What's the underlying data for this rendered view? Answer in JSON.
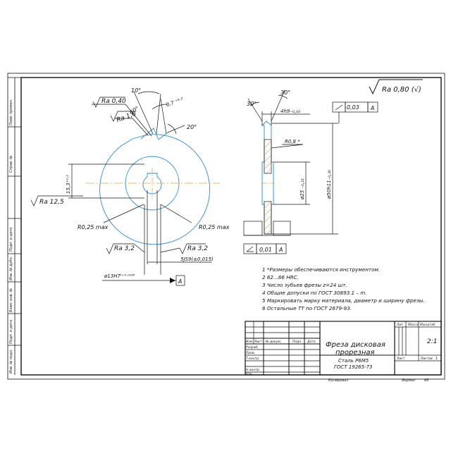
{
  "colors": {
    "line": "#111111",
    "part": "#2a8ad8",
    "axis": "#e8a23a"
  },
  "side_labels": [
    "Перв. примен.",
    "Справ. №",
    "Подп. и дата",
    "Инв. № дубл.",
    "Взам. инв. №",
    "Подп. и дата",
    "Инв. № подл."
  ],
  "roughness": {
    "general": "Ra 0,80 (√)",
    "face": "Ra 0,40",
    "tooth": "Ra 1,6",
    "side": "Ra 12,5",
    "bore_left": "Ra 3,2",
    "bore_right": "Ra 3,2"
  },
  "front_view": {
    "angle_top": "10°",
    "angle_rake": "60°",
    "chamfer": "0,7 ⁺⁰·²",
    "angle_relief": "20°",
    "keyway_height": "15,3⁺⁰·¹",
    "radius_left": "R0,25 max",
    "radius_right": "R0,25 max",
    "keyway_width": "5JS9(±0,015)",
    "bore": "ø13H7⁽⁺⁰·⁰¹⁸⁾",
    "datum": "A"
  },
  "section_view": {
    "angle_left": "30°",
    "angle_right": "30°",
    "width": "4h9₋₀,₀₃",
    "radius": "R0,8 *",
    "hub_dia": "ø25 ₋₀,₂₁",
    "outer_dia": "ø50h11₋₀,₁₆",
    "runout_value": "0,03",
    "runout_datum": "A",
    "perp_value": "0,01",
    "perp_datum": "A"
  },
  "notes": [
    "1 *Размеры обеспечиваются инструментом.",
    "2 62...66 HRC.",
    "3 Число зубьев фрезы z=24 шт.",
    "4 Общие допуски по ГОСТ 30893.1 – m.",
    "5 Маркировать марку материала, диаметр и ширину фрезы.",
    "6 Остальные ТТ по ГОСТ 2679-93."
  ],
  "title_block": {
    "name_line1": "Фреза дисковая",
    "name_line2": "прорезная",
    "material_line1": "Сталь Р6М5",
    "material_line2": "ГОСТ 19265-73",
    "col_headers": [
      "Изм.",
      "Лист",
      "№ докум.",
      "Подп.",
      "Дата"
    ],
    "rows": [
      "Разраб.",
      "Пров.",
      "Т.контр.",
      "",
      "Н.контр.",
      "Утв."
    ],
    "lit": "Лит.",
    "mass": "Масса",
    "scale": "Масштаб",
    "scale_value": "2:1",
    "sheet": "Лист",
    "sheets": "Листов",
    "sheets_value": "1",
    "copied": "Копировал",
    "format": "Формат",
    "format_value": "А3"
  }
}
